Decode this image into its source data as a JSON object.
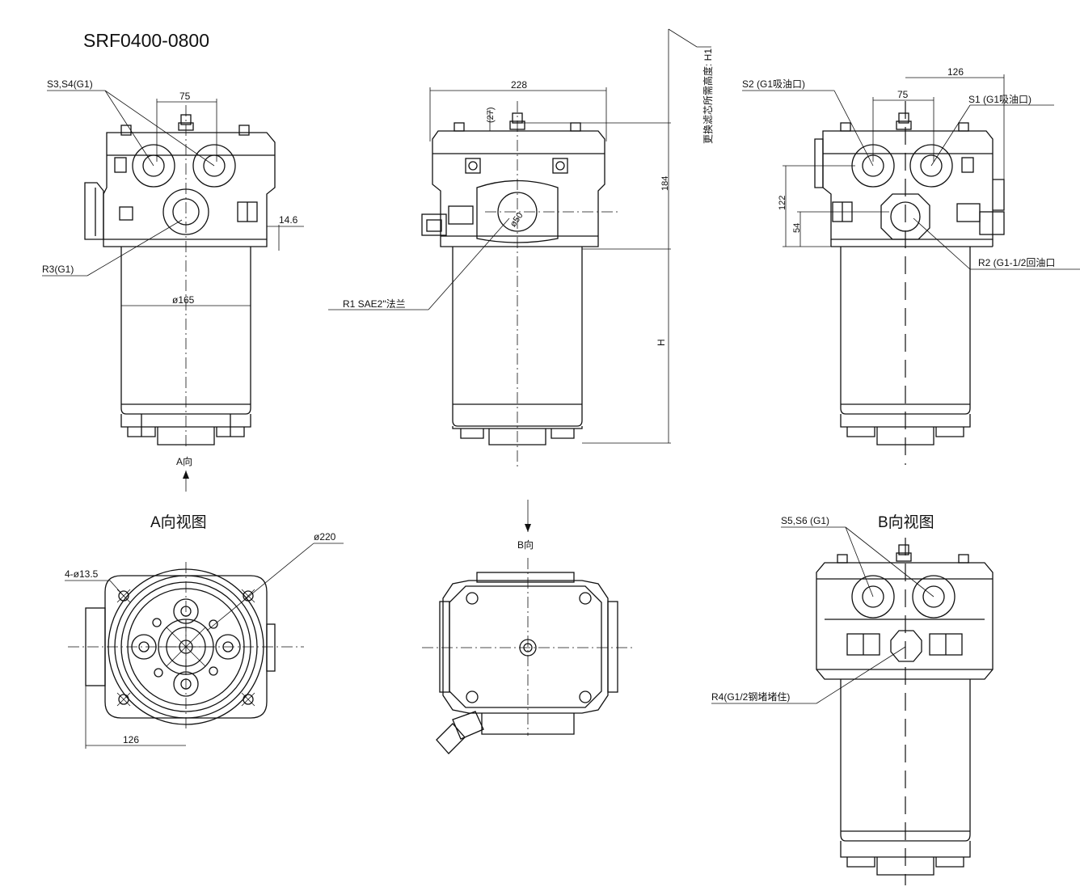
{
  "title": "SRF0400-0800",
  "views": {
    "a_view_title": "A向视图",
    "b_view_title": "B向视图",
    "a_arrow": "A向",
    "b_arrow": "B向"
  },
  "labels": {
    "s3s4": "S3,S4(G1)",
    "r3": "R3(G1)",
    "r1": "R1 SAE2\"法兰",
    "s2": "S2 (G1吸油口)",
    "s1": "S1 (G1吸油口)",
    "r2": "R2 (G1-1/2回油口",
    "h1_note": "更换滤芯所需高度: H1",
    "bolt_holes": "4-ø13.5",
    "s5s6": "S5,S6 (G1)",
    "r4": "R4(G1/2钢堵堵住)"
  },
  "dims": {
    "d75_left": "75",
    "d14_6": "14.6",
    "d165": "ø165",
    "d228": "228",
    "d27": "(27)",
    "d50": "ø50",
    "d184": "184",
    "dH": "H",
    "d126_top": "126",
    "d75_right": "75",
    "d122": "122",
    "d54": "54",
    "d220": "ø220",
    "d126_bottom": "126"
  }
}
